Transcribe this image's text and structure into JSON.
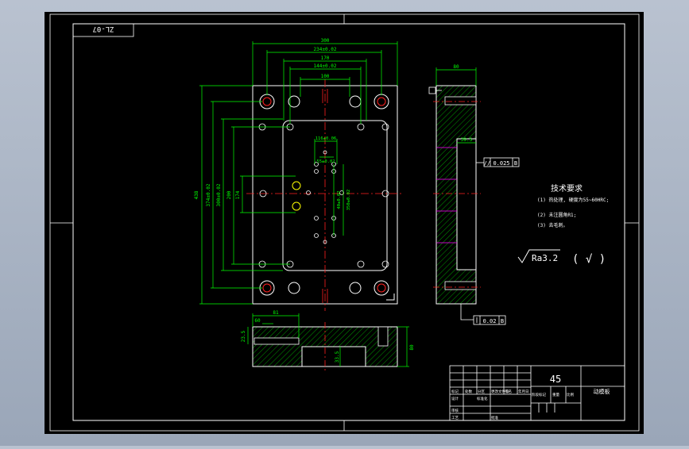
{
  "drawing": {
    "id_label": "ZL-07",
    "dims_top": {
      "d300": "300",
      "d234": "234±0.02",
      "d170": "170",
      "d144": "144±0.02",
      "d100": "100"
    },
    "dims_left": {
      "d438": "438",
      "d374": "374±0.02",
      "d300": "300±0.02",
      "d200": "200",
      "d174": "174"
    },
    "dims_center": {
      "d116": "116±0.06",
      "d55": "55±0.02",
      "d40": "40±0.02",
      "d350": "350±0.02"
    },
    "side_dims": {
      "top": "80",
      "depth": "39.5"
    },
    "bottom_dims": {
      "w": "81",
      "a": "60",
      "h1": "23.5",
      "h2": "33.5",
      "h3": "80"
    },
    "tolerances": {
      "parallel": "0.025",
      "flat": "0.02",
      "datum": "B"
    },
    "tech_req": {
      "title": "技术要求",
      "items": [
        "(1) 热处理, 硬度为55~60HRC;",
        "(2) 未注圆角R1;",
        "(3) 去毛刺。"
      ]
    },
    "roughness": {
      "value": "Ra3.2",
      "mark": "( √ )"
    },
    "title_block": {
      "material": "45",
      "part_name": "动模板",
      "row1": [
        "标记",
        "处数",
        "分区",
        "更改文件号",
        "签名",
        "年月日"
      ],
      "row2": [
        "设计",
        "标准化",
        "阶段标记",
        "重量",
        "比例"
      ],
      "row3": [
        "审核"
      ],
      "row4": [
        "工艺",
        "批准"
      ]
    }
  }
}
